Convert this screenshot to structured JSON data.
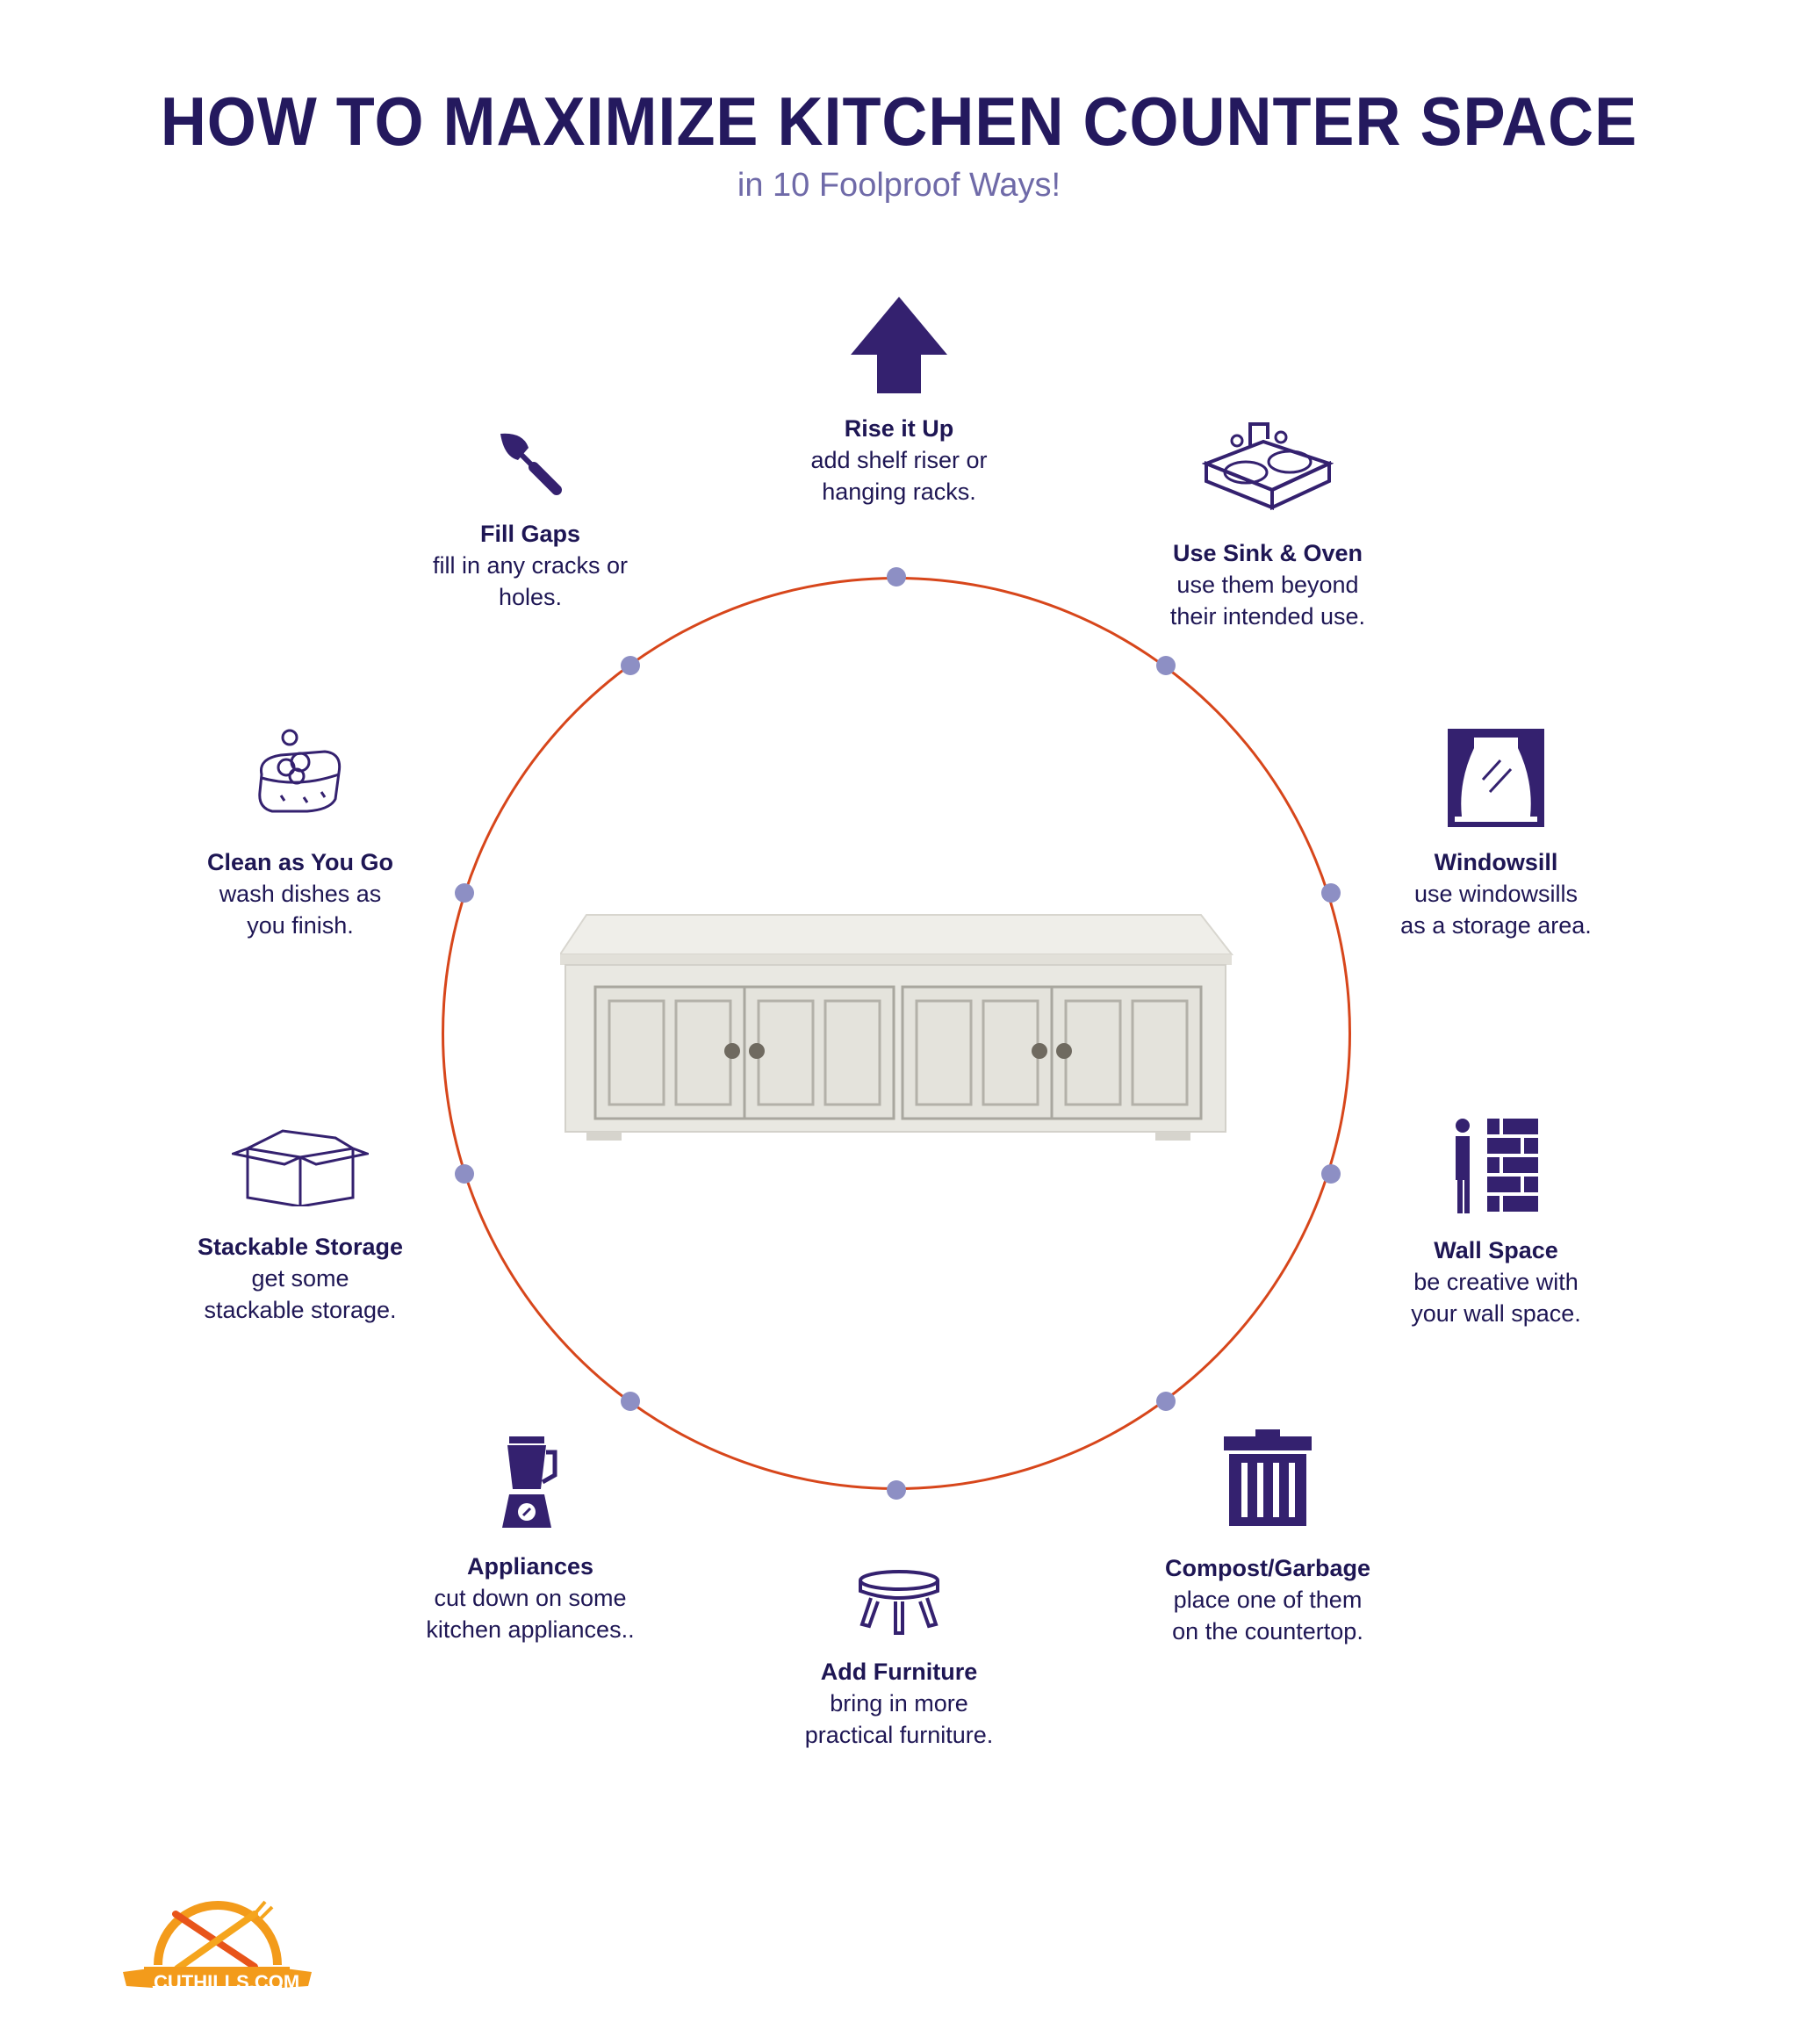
{
  "header": {
    "title": "HOW TO MAXIMIZE KITCHEN COUNTER SPACE",
    "subtitle": "in 10 Foolproof Ways!"
  },
  "items": [
    {
      "title": "Rise it Up",
      "desc": "add shelf riser or\nhanging racks.",
      "icon": "arrow-up-icon"
    },
    {
      "title": "Use Sink & Oven",
      "desc": "use them beyond\ntheir intended use.",
      "icon": "sink-icon"
    },
    {
      "title": "Windowsill",
      "desc": "use windowsills\nas a storage area.",
      "icon": "window-icon"
    },
    {
      "title": "Wall Space",
      "desc": "be creative with\nyour wall space.",
      "icon": "wall-icon"
    },
    {
      "title": "Compost/Garbage",
      "desc": "place one of them\non the countertop.",
      "icon": "trash-icon"
    },
    {
      "title": "Add Furniture",
      "desc": "bring in more\npractical furniture.",
      "icon": "stool-icon"
    },
    {
      "title": "Appliances",
      "desc": "cut down on some\nkitchen appliances..",
      "icon": "blender-icon"
    },
    {
      "title": "Stackable Storage",
      "desc": "get some\nstackable storage.",
      "icon": "box-icon"
    },
    {
      "title": "Clean as You Go",
      "desc": "wash dishes as\nyou finish.",
      "icon": "sponge-icon"
    },
    {
      "title": "Fill Gaps",
      "desc": "fill in any cracks or\nholes.",
      "icon": "trowel-icon"
    }
  ],
  "logo": {
    "text": "CUTHILLS.COM"
  },
  "colors": {
    "navy": "#1e1654",
    "accent": "#d7461b",
    "dot": "#8d8fc4",
    "subtitle": "#6f6aa8"
  }
}
